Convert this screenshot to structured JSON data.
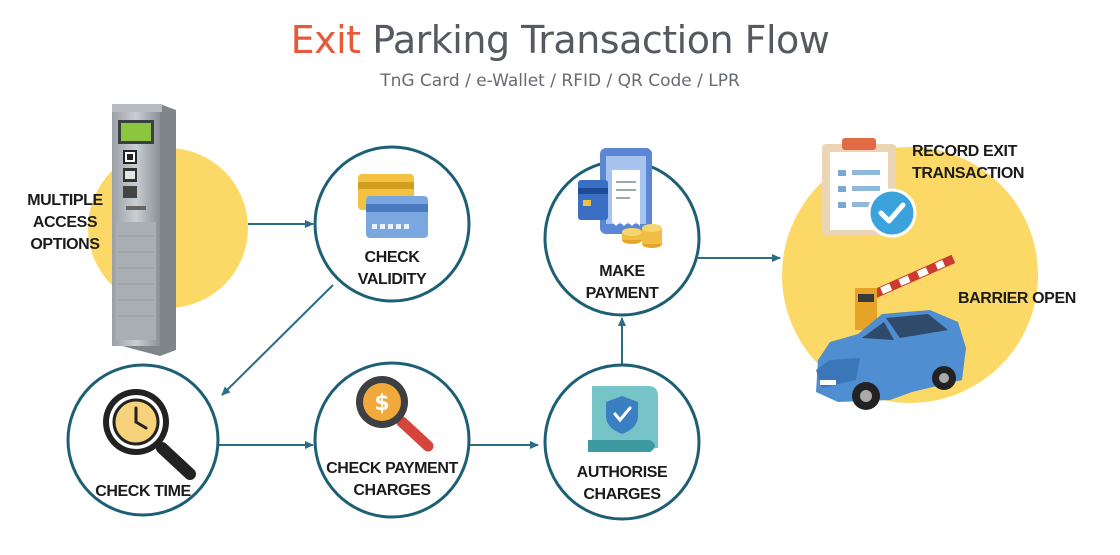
{
  "title": {
    "accent": "Exit",
    "rest": "Parking Transaction Flow"
  },
  "subtitle": "TnG Card / e-Wallet / RFID / QR Code / LPR",
  "colors": {
    "accent": "#e8583a",
    "yellow": "#fcd966",
    "circle_stroke": "#1d5f74",
    "arrow": "#2a6d84"
  },
  "nodes": {
    "access_options": {
      "lines": [
        "MULTIPLE",
        "ACCESS",
        "OPTIONS"
      ],
      "icon": "parking-kiosk-icon"
    },
    "check_validity": {
      "lines": [
        "CHECK",
        "VALIDITY"
      ],
      "icon": "cards-icon"
    },
    "make_payment": {
      "lines": [
        "MAKE",
        "PAYMENT"
      ],
      "icon": "phone-payment-icon"
    },
    "check_time": {
      "lines": [
        "CHECK TIME"
      ],
      "icon": "clock-magnifier-icon"
    },
    "check_payment_charges": {
      "lines": [
        "CHECK PAYMENT",
        "CHARGES"
      ],
      "icon": "dollar-magnifier-icon"
    },
    "authorise_charges": {
      "lines": [
        "AUTHORISE",
        "CHARGES"
      ],
      "icon": "shield-document-icon"
    },
    "record_exit": {
      "lines": [
        "RECORD EXIT",
        "TRANSACTION"
      ],
      "icon": "clipboard-check-icon"
    },
    "barrier_open": {
      "lines": [
        "BARRIER OPEN"
      ],
      "icon": "barrier-car-icon"
    }
  }
}
